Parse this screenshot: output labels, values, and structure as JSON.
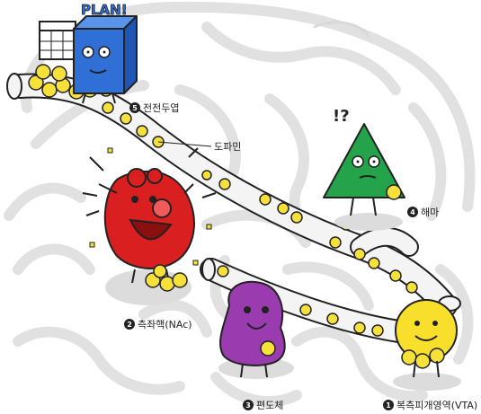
{
  "labels": {
    "dopamine": "도파민",
    "prefrontal": "전전두엽",
    "nucleus_accumbens": "측좌핵(NAc)",
    "amygdala": "편도체",
    "hippocampus": "해마",
    "vta": "복측피개영역(VTA)"
  },
  "badges": {
    "vta": "1",
    "nucleus_accumbens": "2",
    "amygdala": "3",
    "hippocampus": "4",
    "prefrontal": "5"
  },
  "sign_text": "PLAN!",
  "confused_marks": "!?",
  "colors": {
    "background": "#ffffff",
    "brain_outline": "#e1e1e1",
    "tube_fill": "#f4f4f4",
    "dopamine_ball": "#f5e13a",
    "prefrontal_cube": "#2f6fd6",
    "nucleus_accumbens": "#d91f1f",
    "amygdala": "#9b3bb0",
    "hippocampus": "#24a34a",
    "vta": "#f7df2b"
  }
}
